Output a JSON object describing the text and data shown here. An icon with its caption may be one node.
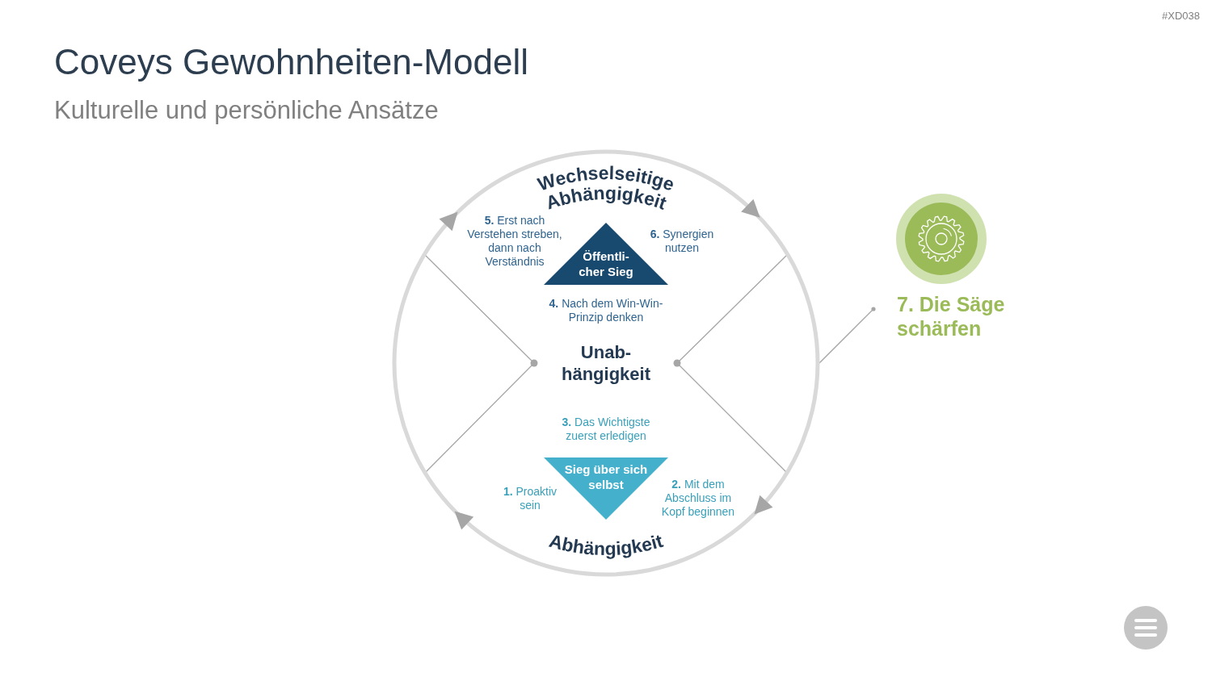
{
  "diagram": {
    "title": "Coveys Gewohnheiten-Modell",
    "nodes": [
      {
        "text": [],
        "shape": "circle"
      },
      {
        "text": [
          "Öffentli- cher Sieg"
        ],
        "in": 0
      },
      {
        "text": [
          "Sieg über sich selbst"
        ],
        "in": 0
      },
      {
        "text": [
          "7. Die Säge schärfen"
        ]
      }
    ],
    "edges": [
      {
        "from": 0,
        "to": 3,
        "arrow": "other"
      }
    ],
    "labels": [
      "Kulturelle und persönliche Ansätze",
      "#XD038",
      "Wechselseitige Abhängigkeit",
      "**5.** Erst nach Verstehen streben, dann nach Verständnis",
      "**6.** Synergien nutzen",
      "**4.** Nach dem Win-Win-Prinzip denken",
      "Unab- hängigkeit",
      "**3.** Das Wichtigste zuerst erledigen",
      "**1.** Proaktiv sein",
      "**2.** Mit dem Abschluss im Kopf beginnen",
      "Abhängigkeit"
    ]
  }
}
